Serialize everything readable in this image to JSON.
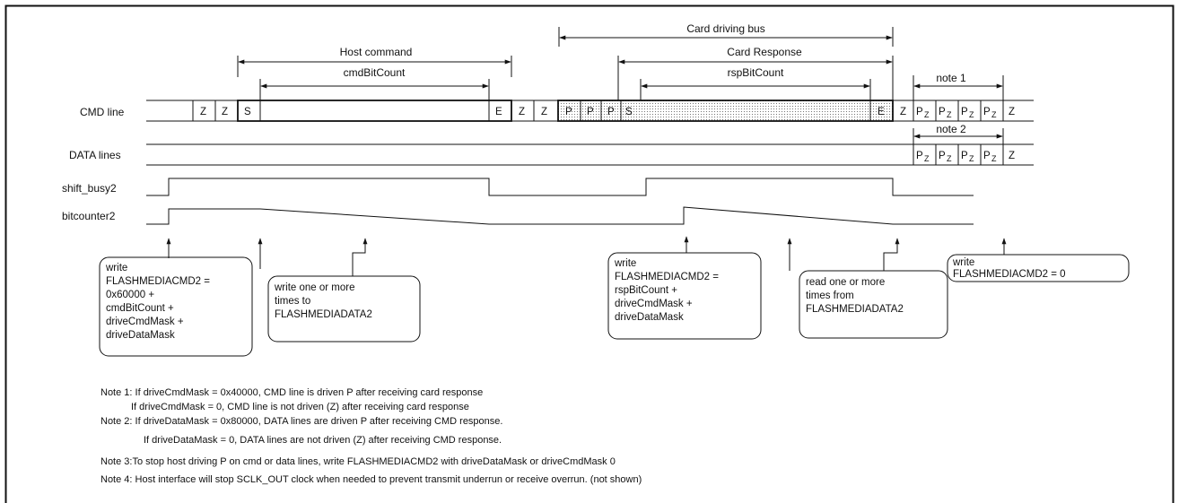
{
  "signals": {
    "cmd_line": "CMD line",
    "data_lines": "DATA lines",
    "shift_busy2": "shift_busy2",
    "bitcounter2": "bitcounter2"
  },
  "spans": {
    "card_driving_bus": "Card driving bus",
    "host_command": "Host command",
    "cmd_bit_count": "cmdBitCount",
    "card_response": "Card Response",
    "rsp_bit_count": "rspBitCount",
    "note1": "note 1",
    "note2": "note 2"
  },
  "cmd_cells": {
    "z": "Z",
    "s": "S",
    "e": "E",
    "p": "P",
    "pz_main": "P",
    "pz_sub": "Z"
  },
  "boxes": {
    "write_cmd": [
      "write",
      "FLASHMEDIACMD2 =",
      "0x60000 +",
      "cmdBitCount +",
      "driveCmdMask +",
      "driveDataMask"
    ],
    "write_data": [
      "write one or more",
      "times to",
      "FLASHMEDIADATA2"
    ],
    "write_rsp": [
      "write",
      "FLASHMEDIACMD2 =",
      "rspBitCount +",
      "driveCmdMask +",
      "driveDataMask"
    ],
    "read_data": [
      "read one or more",
      "times from",
      "FLASHMEDIADATA2"
    ],
    "write_zero": [
      "write",
      "FLASHMEDIACMD2 = 0"
    ]
  },
  "notes": [
    "Note 1: If driveCmdMask = 0x40000, CMD line is driven P after receiving card response",
    "If driveCmdMask = 0, CMD line is not driven (Z) after receiving card response",
    "Note 2: If driveDataMask = 0x80000, DATA lines are driven P after receiving CMD response.",
    "If driveDataMask = 0, DATA lines are not driven (Z) after receiving CMD response.",
    "Note 3:To stop host driving P on cmd or data lines, write FLASHMEDIACMD2 with driveDataMask or driveCmdMask 0",
    "Note 4: Host interface will stop SCLK_OUT clock when needed to prevent transmit underrun or receive overrun. (not shown)"
  ]
}
